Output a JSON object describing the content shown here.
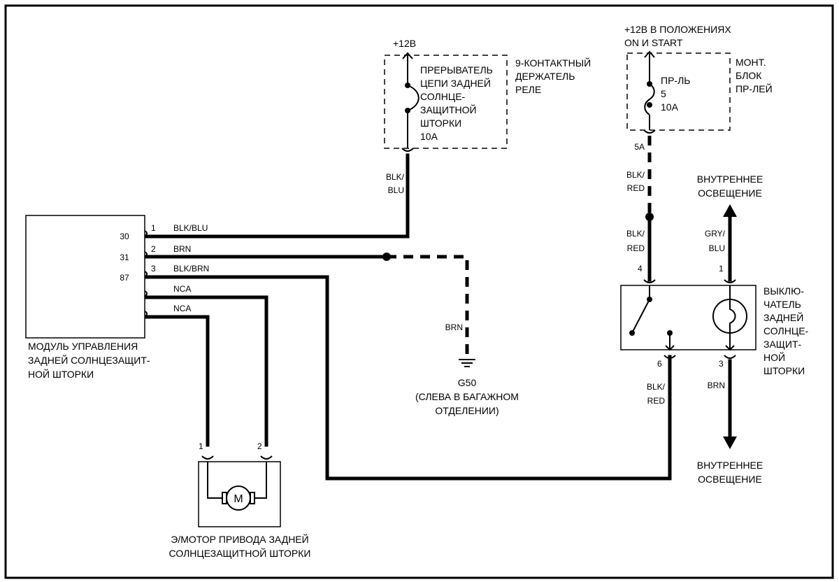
{
  "module": {
    "label": [
      "МОДУЛЬ УПРАВЛЕНИЯ",
      "ЗАДНЕЙ СОЛНЦЕЗАЩИТ-",
      "НОЙ ШТОРКИ"
    ],
    "terminals": [
      "30",
      "31",
      "87"
    ]
  },
  "wires": {
    "w1": {
      "pin": "1",
      "color": "BLK/BLU"
    },
    "w2": {
      "pin": "2",
      "color": "BRN"
    },
    "w3": {
      "pin": "3",
      "color": "BLK/BRN"
    },
    "w4": {
      "color": "NCA"
    },
    "w5": {
      "color": "NCA"
    },
    "relay_out": {
      "line1": "BLK/",
      "line2": "BLU"
    },
    "ground_wire": "BRN",
    "fuse_out_a": {
      "line1": "BLK/",
      "line2": "RED"
    },
    "fuse_out_b": {
      "line1": "BLK/",
      "line2": "RED"
    },
    "switch_pin6": {
      "line1": "BLK/",
      "line2": "RED"
    },
    "switch_pin1": {
      "line1": "GRY/",
      "line2": "BLU"
    },
    "switch_pin3": "BRN"
  },
  "relay_holder": {
    "supply": "+12В",
    "breaker": [
      "ПРЕРЫВАТЕЛЬ",
      "ЦЕПИ ЗАДНЕЙ",
      "СОЛНЦЕ-",
      "ЗАЩИТНОЙ",
      "ШТОРКИ",
      "10А"
    ],
    "holder": [
      "9-КОНТАКТНЫЙ",
      "ДЕРЖАТЕЛЬ",
      "РЕЛЕ"
    ]
  },
  "fuse_block": {
    "supply": [
      "+12В В ПОЛОЖЕНИЯХ",
      "ON И START"
    ],
    "fuse": [
      "ПР-ЛЬ",
      "5",
      "10А"
    ],
    "block": [
      "МОНТ.",
      "БЛОК",
      "ПР-ЛЕЙ"
    ],
    "pin": "5A"
  },
  "ground": {
    "name": "G50",
    "note": [
      "(СЛЕВА В БАГАЖНОМ",
      "ОТДЕЛЕНИИ)"
    ]
  },
  "switch": {
    "label": [
      "ВЫКЛЮ-",
      "ЧАТЕЛЬ",
      "ЗАДНЕЙ",
      "СОЛНЦЕ-",
      "ЗАЩИТ-",
      "НОЙ",
      "ШТОРКИ"
    ],
    "pins": {
      "p4": "4",
      "p1": "1",
      "p6": "6",
      "p3": "3"
    }
  },
  "interior_top": [
    "ВНУТРЕННЕЕ",
    "ОСВЕЩЕНИЕ"
  ],
  "interior_bottom": [
    "ВНУТРЕННЕЕ",
    "ОСВЕЩЕНИЕ"
  ],
  "motor": {
    "label": [
      "Э/МОТОР ПРИВОДА ЗАДНЕЙ",
      "СОЛНЦЕЗАЩИТНОЙ ШТОРКИ"
    ],
    "pins": [
      "1",
      "2"
    ],
    "symbol": "M"
  }
}
